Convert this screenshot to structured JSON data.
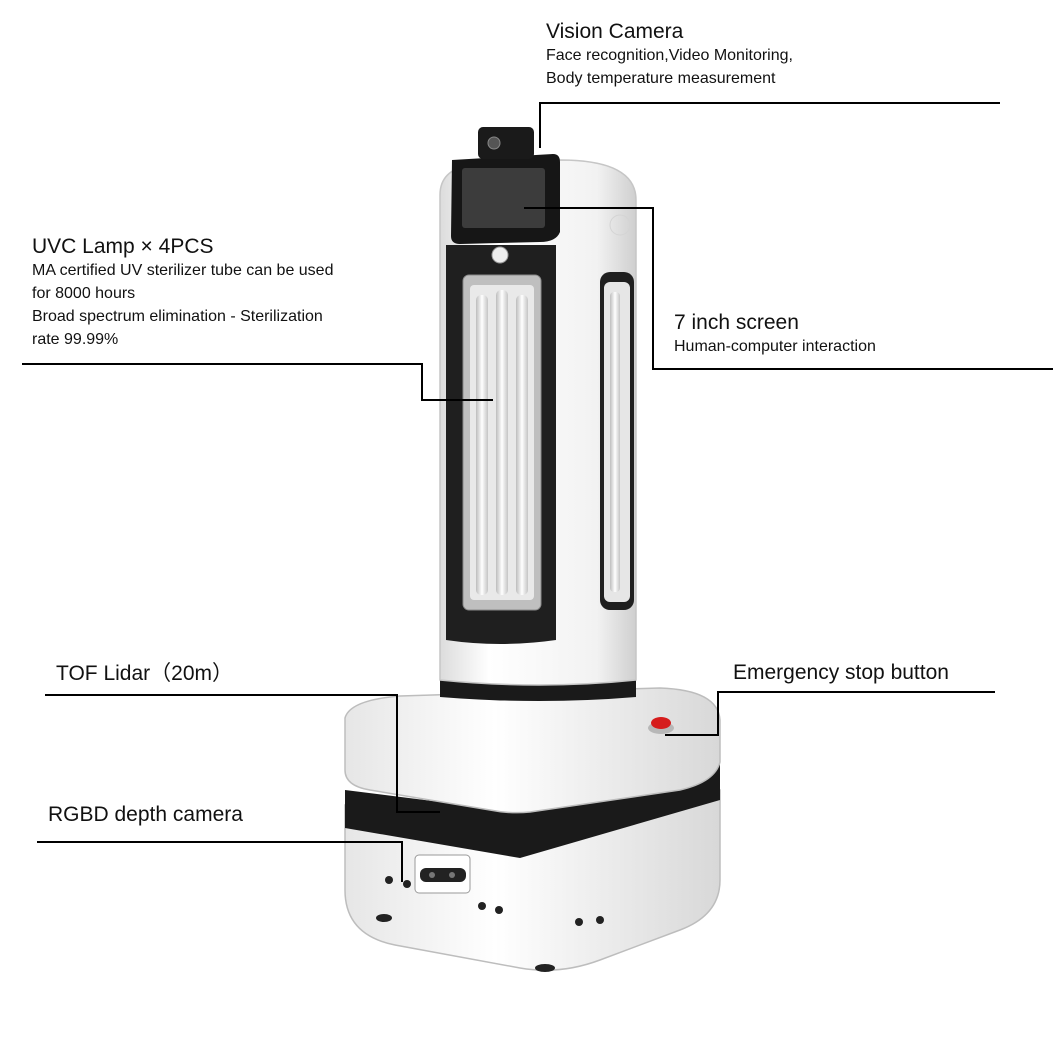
{
  "callouts": {
    "vision_camera": {
      "title": "Vision Camera",
      "desc": [
        "Face recognition,Video Monitoring,",
        "Body temperature measurement"
      ]
    },
    "uvc_lamp": {
      "title": "UVC Lamp × 4PCS",
      "desc": [
        "MA certified UV sterilizer  tube can be used",
        "for 8000  hours",
        "Broad spectrum elimination - Sterilization",
        "rate 99.99%"
      ]
    },
    "screen": {
      "title": "7 inch screen",
      "desc": [
        "Human-computer interaction"
      ]
    },
    "tof_lidar": {
      "title": "TOF Lidar（20m）"
    },
    "emergency_stop": {
      "title": "Emergency stop button"
    },
    "rgbd_camera": {
      "title": "RGBD depth camera"
    }
  },
  "colors": {
    "body": "#f4f4f4",
    "black": "#1a1a1a",
    "lamp": "#e9e9e9",
    "stop_button": "#d61c1c",
    "leader": "#000000"
  }
}
